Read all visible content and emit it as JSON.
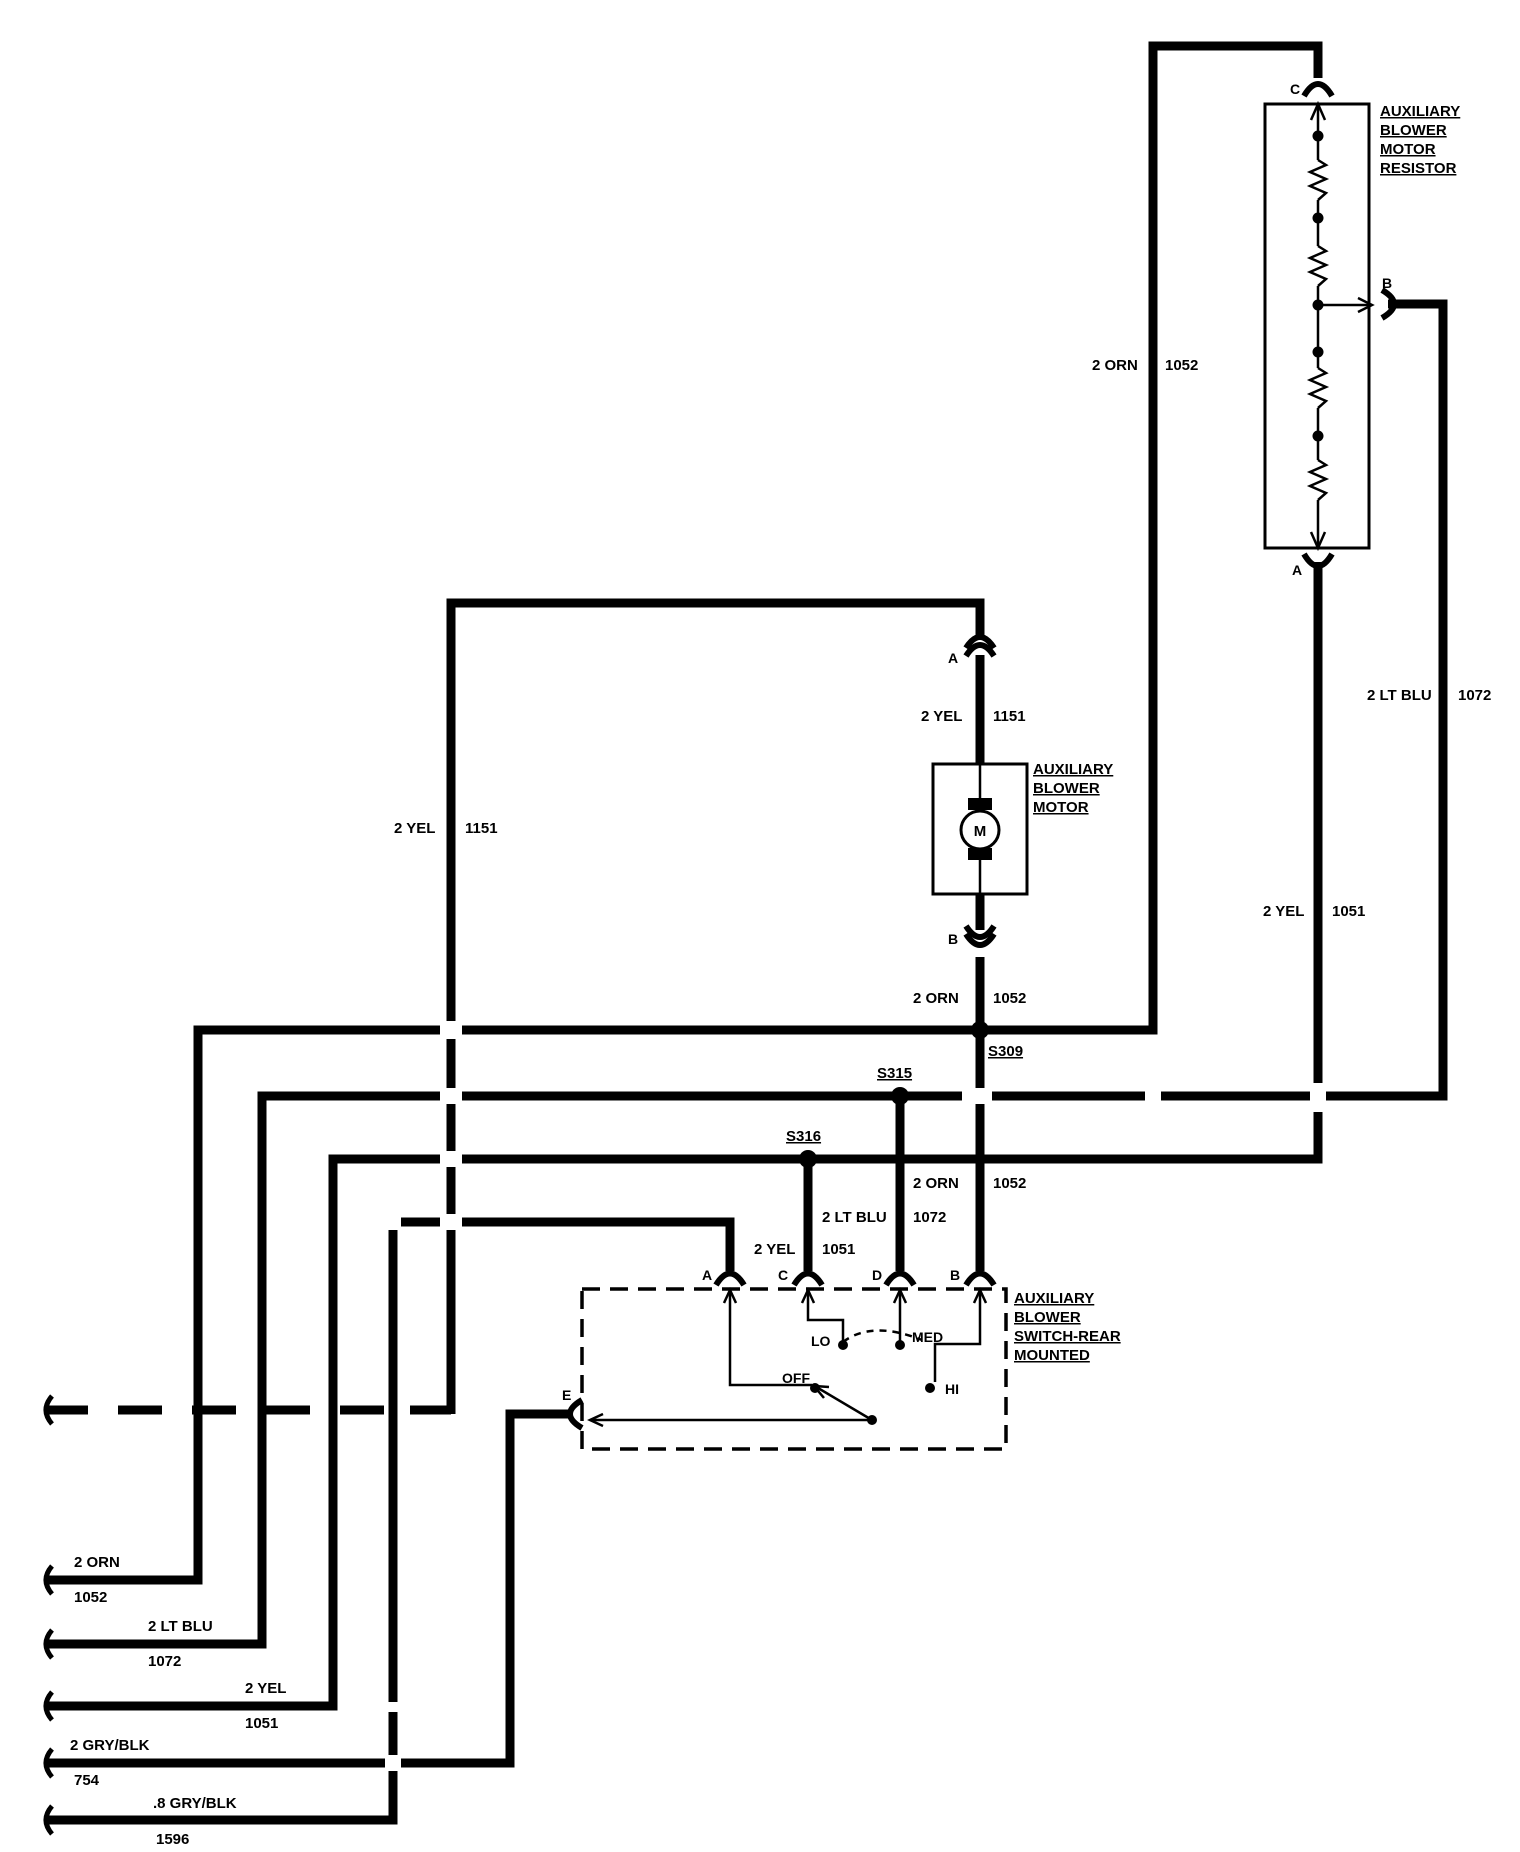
{
  "components": {
    "resistor": [
      "AUXILIARY",
      "BLOWER",
      "MOTOR",
      "RESISTOR"
    ],
    "motor": [
      "AUXILIARY",
      "BLOWER",
      "MOTOR"
    ],
    "motor_symbol": "M",
    "switch": [
      "AUXILIARY",
      "BLOWER",
      "SWITCH-REAR",
      "MOUNTED"
    ]
  },
  "pins": {
    "resistor_c": "C",
    "resistor_b": "B",
    "resistor_a": "A",
    "motor_a": "A",
    "motor_b": "B",
    "switch_a": "A",
    "switch_c": "C",
    "switch_d": "D",
    "switch_b": "B",
    "switch_e": "E"
  },
  "splices": {
    "s309": "S309",
    "s315": "S315",
    "s316": "S316"
  },
  "switch_positions": {
    "off": "OFF",
    "lo": "LO",
    "med": "MED",
    "hi": "HI"
  },
  "wire_labels": {
    "orn_upper": {
      "color": "2 ORN",
      "circuit": "1052"
    },
    "ltblu_right": {
      "color": "2 LT BLU",
      "circuit": "1072"
    },
    "yel_right": {
      "color": "2 YEL",
      "circuit": "1051"
    },
    "yel_motor": {
      "color": "2 YEL",
      "circuit": "1151"
    },
    "yel_left": {
      "color": "2 YEL",
      "circuit": "1151"
    },
    "orn_motor": {
      "color": "2 ORN",
      "circuit": "1052"
    },
    "orn_switch": {
      "color": "2 ORN",
      "circuit": "1052"
    },
    "ltblu_switch": {
      "color": "2 LT BLU",
      "circuit": "1072"
    },
    "yel_switch": {
      "color": "2 YEL",
      "circuit": "1051"
    }
  },
  "harness": [
    {
      "color": "2 ORN",
      "circuit": "1052"
    },
    {
      "color": "2 LT BLU",
      "circuit": "1072"
    },
    {
      "color": "2 YEL",
      "circuit": "1051"
    },
    {
      "color": "2 GRY/BLK",
      "circuit": "754"
    },
    {
      "color": ".8 GRY/BLK",
      "circuit": "1596"
    }
  ]
}
